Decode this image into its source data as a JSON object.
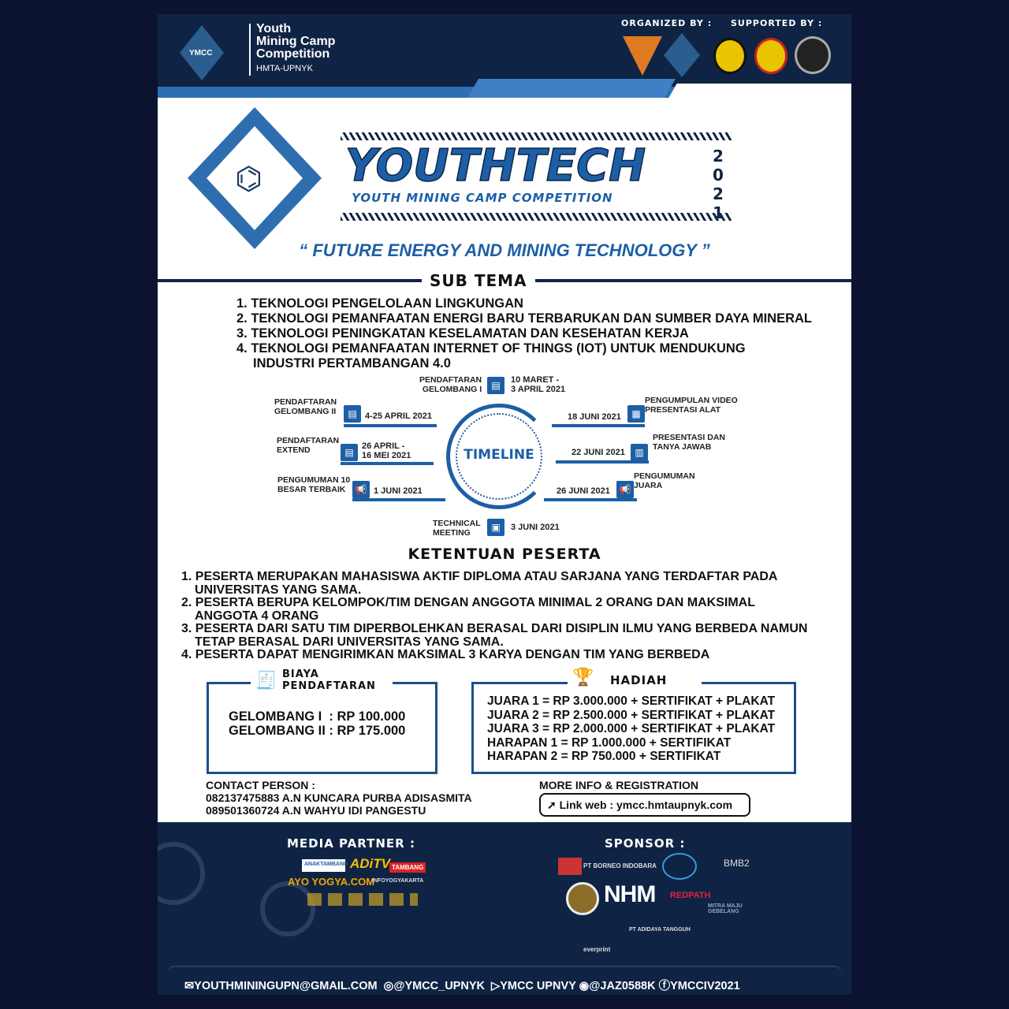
{
  "header": {
    "brand_line1": "Youth",
    "brand_line2": "Mining Camp",
    "brand_line3": "Competition",
    "brand_sub": "HMTA-UPNYK",
    "logo_text": "YMCC",
    "organized_by": "ORGANIZED BY :",
    "supported_by": "SUPPORTED BY :"
  },
  "title": {
    "main": "YOUTHTECH",
    "sub": "YOUTH MINING CAMP COMPETITION",
    "year": "2021",
    "tagline": "“ FUTURE ENERGY AND MINING TECHNOLOGY ”"
  },
  "sub_tema": {
    "heading": "SUB TEMA",
    "items": [
      "1. TEKNOLOGI PENGELOLAAN LINGKUNGAN",
      "2. TEKNOLOGI PEMANFAATAN ENERGI BARU TERBARUKAN DAN SUMBER DAYA MINERAL",
      "3. TEKNOLOGI PENINGKATAN KESELAMATAN DAN KESEHATAN KERJA",
      "4. TEKNOLOGI PEMANFAATAN INTERNET OF THINGS (IOT) UNTUK MENDUKUNG",
      "INDUSTRI PERTAMBANGAN 4.0"
    ]
  },
  "timeline": {
    "heading": "TIMELINE",
    "events": [
      {
        "title": "PENDAFTARAN\nGELOMBANG I",
        "date": "10 MARET -\n3 APRIL 2021"
      },
      {
        "title": "PENDAFTARAN\nGELOMBANG II",
        "date": "4-25 APRIL 2021"
      },
      {
        "title": "PENDAFTARAN\nEXTEND",
        "date": "26 APRIL -\n16 MEI 2021"
      },
      {
        "title": "PENGUMUMAN 10\nBESAR TERBAIK",
        "date": "1 JUNI 2021"
      },
      {
        "title": "TECHNICAL\nMEETING",
        "date": "3 JUNI 2021"
      },
      {
        "title": "PENGUMPULAN VIDEO\nPRESENTASI ALAT",
        "date": "18 JUNI 2021"
      },
      {
        "title": "PRESENTASI DAN\nTANYA JAWAB",
        "date": "22 JUNI 2021"
      },
      {
        "title": "PENGUMUMAN\nJUARA",
        "date": "26 JUNI 2021"
      }
    ]
  },
  "ketentuan": {
    "heading": "KETENTUAN PESERTA",
    "items": [
      "1. PESERTA MERUPAKAN MAHASISWA AKTIF DIPLOMA ATAU SARJANA YANG TERDAFTAR PADA",
      "UNIVERSITAS YANG SAMA.",
      "2. PESERTA BERUPA KELOMPOK/TIM DENGAN ANGGOTA MINIMAL 2 ORANG DAN MAKSIMAL",
      "ANGGOTA 4 ORANG",
      "3. PESERTA DARI SATU TIM DIPERBOLEHKAN BERASAL DARI DISIPLIN ILMU YANG BERBEDA NAMUN",
      "TETAP BERASAL DARI UNIVERSITAS YANG SAMA.",
      "4. PESERTA DAPAT MENGIRIMKAN MAKSIMAL 3 KARYA DENGAN TIM YANG BERBEDA"
    ]
  },
  "biaya": {
    "heading1": "BIAYA",
    "heading2": "PENDAFTARAN",
    "lines": [
      "GELOMBANG I  : RP 100.000",
      "GELOMBANG II : RP 175.000"
    ]
  },
  "hadiah": {
    "heading": "HADIAH",
    "lines": [
      "JUARA 1 = RP 3.000.000 + SERTIFIKAT + PLAKAT",
      "JUARA 2 = RP 2.500.000 + SERTIFIKAT + PLAKAT",
      "JUARA 3 = RP 2.000.000 + SERTIFIKAT + PLAKAT",
      "HARAPAN 1 = RP 1.000.000 + SERTIFIKAT",
      "HARAPAN 2 = RP 750.000 + SERTIFIKAT"
    ]
  },
  "contact": {
    "heading": "CONTACT PERSON :",
    "lines": [
      "082137475883 A.N KUNCARA PURBA ADISASMITA",
      "089501360724 A.N WAHYU IDI PANGESTU"
    ]
  },
  "registration": {
    "heading": "MORE INFO & REGISTRATION",
    "link": "Link web : ymcc.hmtaupnyk.com"
  },
  "partners": {
    "media_heading": "MEDIA PARTNER :",
    "sponsor_heading": "SPONSOR :",
    "media": [
      "ANAKTAMBANG",
      "ADiTV",
      "TAMBANG",
      "AYO YOGYA.COM",
      "INFOYOGYAKARTA"
    ],
    "sponsors": [
      "PT BORNEO INDOBARA",
      "BMB2",
      "NHM",
      "REDPATH",
      "MITRA MAJU GEBELANG",
      "PT ADIDAYA TANGGUH",
      "everprint"
    ]
  },
  "footer": {
    "email": "YOUTHMININGUPN@GMAIL.COM",
    "instagram": "@YMCC_UPNYK",
    "youtube": "YMCC UPNVY",
    "line": "@JAZ0588K",
    "facebook": "YMCCIV2021"
  },
  "colors": {
    "navy": "#0f2444",
    "blue": "#1d5fa6",
    "background": "#0b1330"
  }
}
